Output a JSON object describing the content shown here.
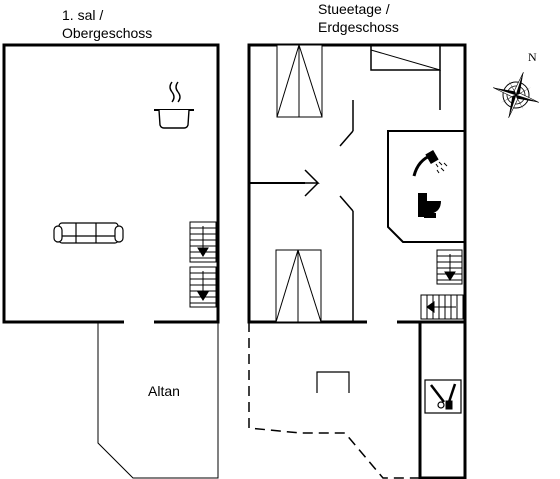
{
  "upper_floor": {
    "line1": "1. sal /",
    "line2": "Obergeschoss"
  },
  "ground_floor": {
    "line1": "Stueetage /",
    "line2": "Erdgeschoss"
  },
  "balcony": {
    "label": "Altan"
  },
  "compass": {
    "north": "N"
  },
  "icons": [
    "stove-pot-icon",
    "sofa-icon",
    "stairs-icon",
    "shower-icon",
    "toilet-icon",
    "utility-tools-icon",
    "compass-rose-icon"
  ]
}
